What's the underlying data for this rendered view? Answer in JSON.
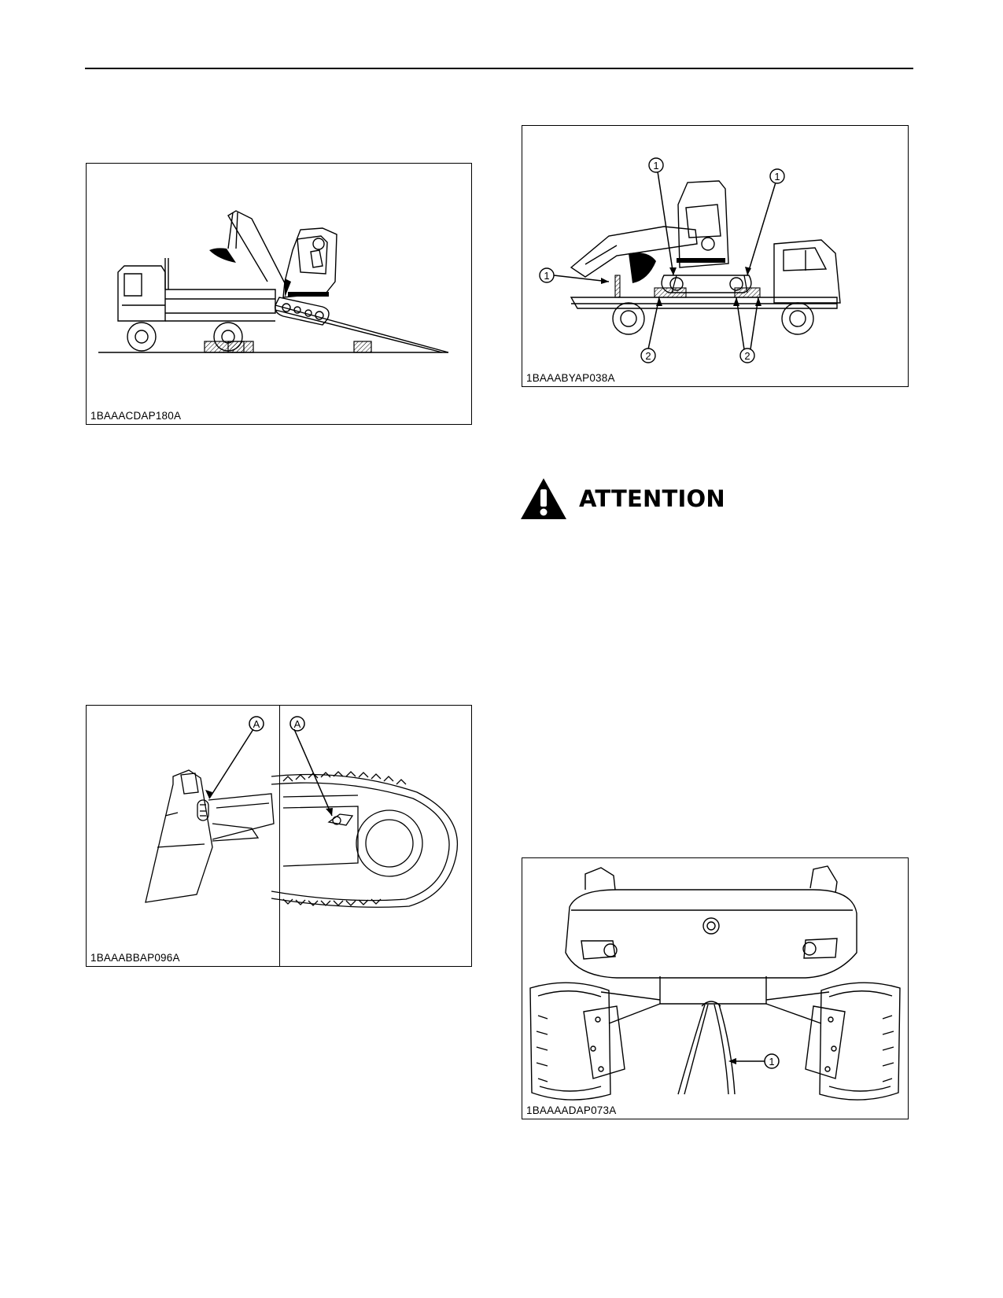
{
  "figures": {
    "truck_ramp": {
      "code": "1BAAACDAP180A"
    },
    "tie_points": {
      "code": "1BAAABBAP096A",
      "callout": "A"
    },
    "secured_truck": {
      "code": "1BAAABYAP038A",
      "callout_1": "1",
      "callout_2": "2"
    },
    "lifting_rear": {
      "code": "1BAAAADAP073A",
      "callout_1": "1"
    }
  },
  "attention": {
    "label": "ATTENTION",
    "icon": "warning-triangle-icon"
  },
  "colors": {
    "ink": "#000000",
    "paper": "#ffffff"
  }
}
